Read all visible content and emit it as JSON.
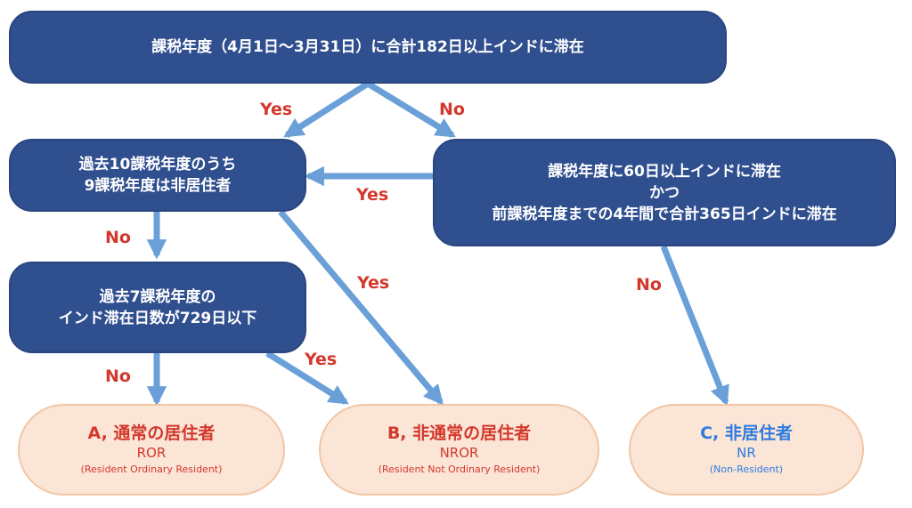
{
  "nodes": {
    "q1": {
      "lines": [
        "課税年度（4月1日〜3月31日）に合計182日以上インドに滞在"
      ]
    },
    "q2": {
      "lines": [
        "過去10課税年度のうち",
        "9課税年度は非居住者"
      ]
    },
    "q3": {
      "lines": [
        "課税年度に60日以上インドに滞在",
        "かつ",
        "前課税年度までの4年間で合計365日インドに滞在"
      ]
    },
    "q4": {
      "lines": [
        "過去7課税年度の",
        "インド滞在日数が729日以下"
      ]
    }
  },
  "results": {
    "a": {
      "title": "A, 通常の居住者",
      "abbr": "ROR",
      "full": "(Resident Ordinary Resident)"
    },
    "b": {
      "title": "B, 非通常の居住者",
      "abbr": "NROR",
      "full": "(Resident Not Ordinary Resident)"
    },
    "c": {
      "title": "C, 非居住者",
      "abbr": "NR",
      "full": "(Non-Resident)"
    }
  },
  "edge_labels": {
    "q1_yes": "Yes",
    "q1_no": "No",
    "q3_yes": "Yes",
    "q2_no": "No",
    "q2_yes": "Yes",
    "q3_no": "No",
    "q4_yes": "Yes",
    "q4_no": "No"
  },
  "colors": {
    "box_fill": "#2f4f8f",
    "result_fill": "#fbe5d6",
    "result_border": "#f2c6a4",
    "arrow": "#6a9fd8",
    "label_red": "#d3382c",
    "label_blue": "#2f7be0"
  }
}
